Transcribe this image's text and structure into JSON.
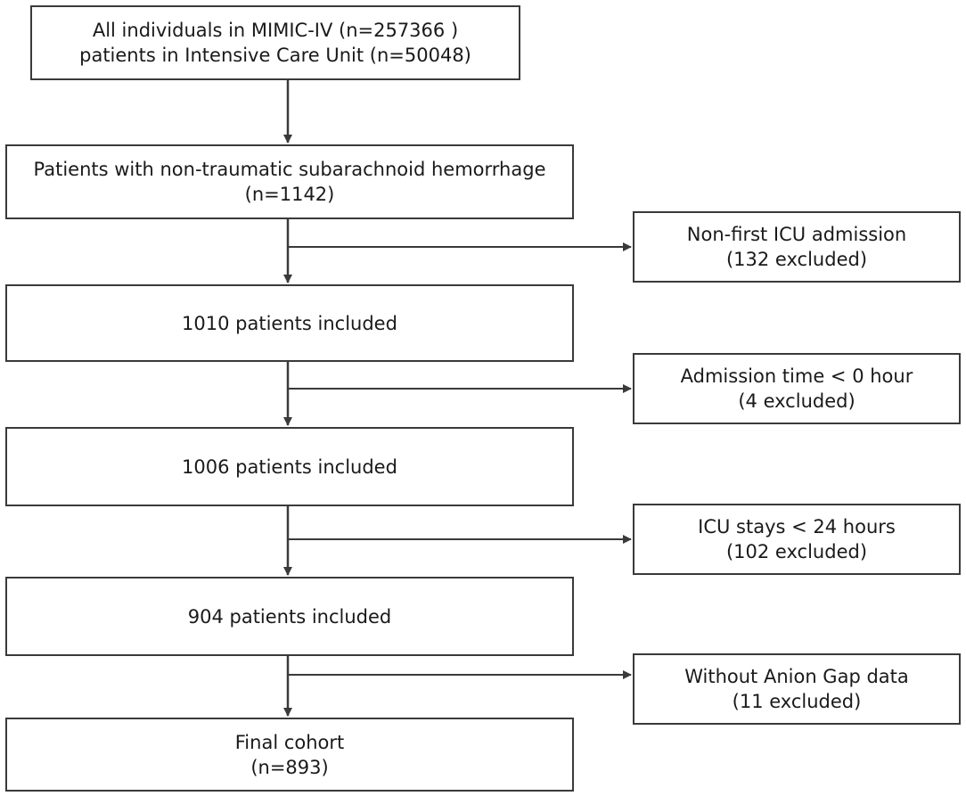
{
  "main_steps": [
    {
      "line1": "All individuals in MIMIC-IV (n=257366  )",
      "line2": "patients in Intensive Care Unit (n=50048)"
    },
    {
      "line1": "Patients with non-traumatic subarachnoid hemorrhage",
      "line2": "(n=1142)"
    },
    {
      "line1": "1010 patients included",
      "line2": ""
    },
    {
      "line1": "1006 patients included",
      "line2": ""
    },
    {
      "line1": "904 patients included",
      "line2": ""
    },
    {
      "line1": "Final cohort",
      "line2": "(n=893)"
    }
  ],
  "exclusions": [
    {
      "reason": "Non-first ICU admission",
      "count": "(132 excluded)"
    },
    {
      "reason": "Admission time < 0 hour",
      "count": "(4 excluded)"
    },
    {
      "reason": "ICU stays < 24 hours",
      "count": "(102 excluded)"
    },
    {
      "reason": "Without Anion Gap data",
      "count": "(11 excluded)"
    }
  ]
}
